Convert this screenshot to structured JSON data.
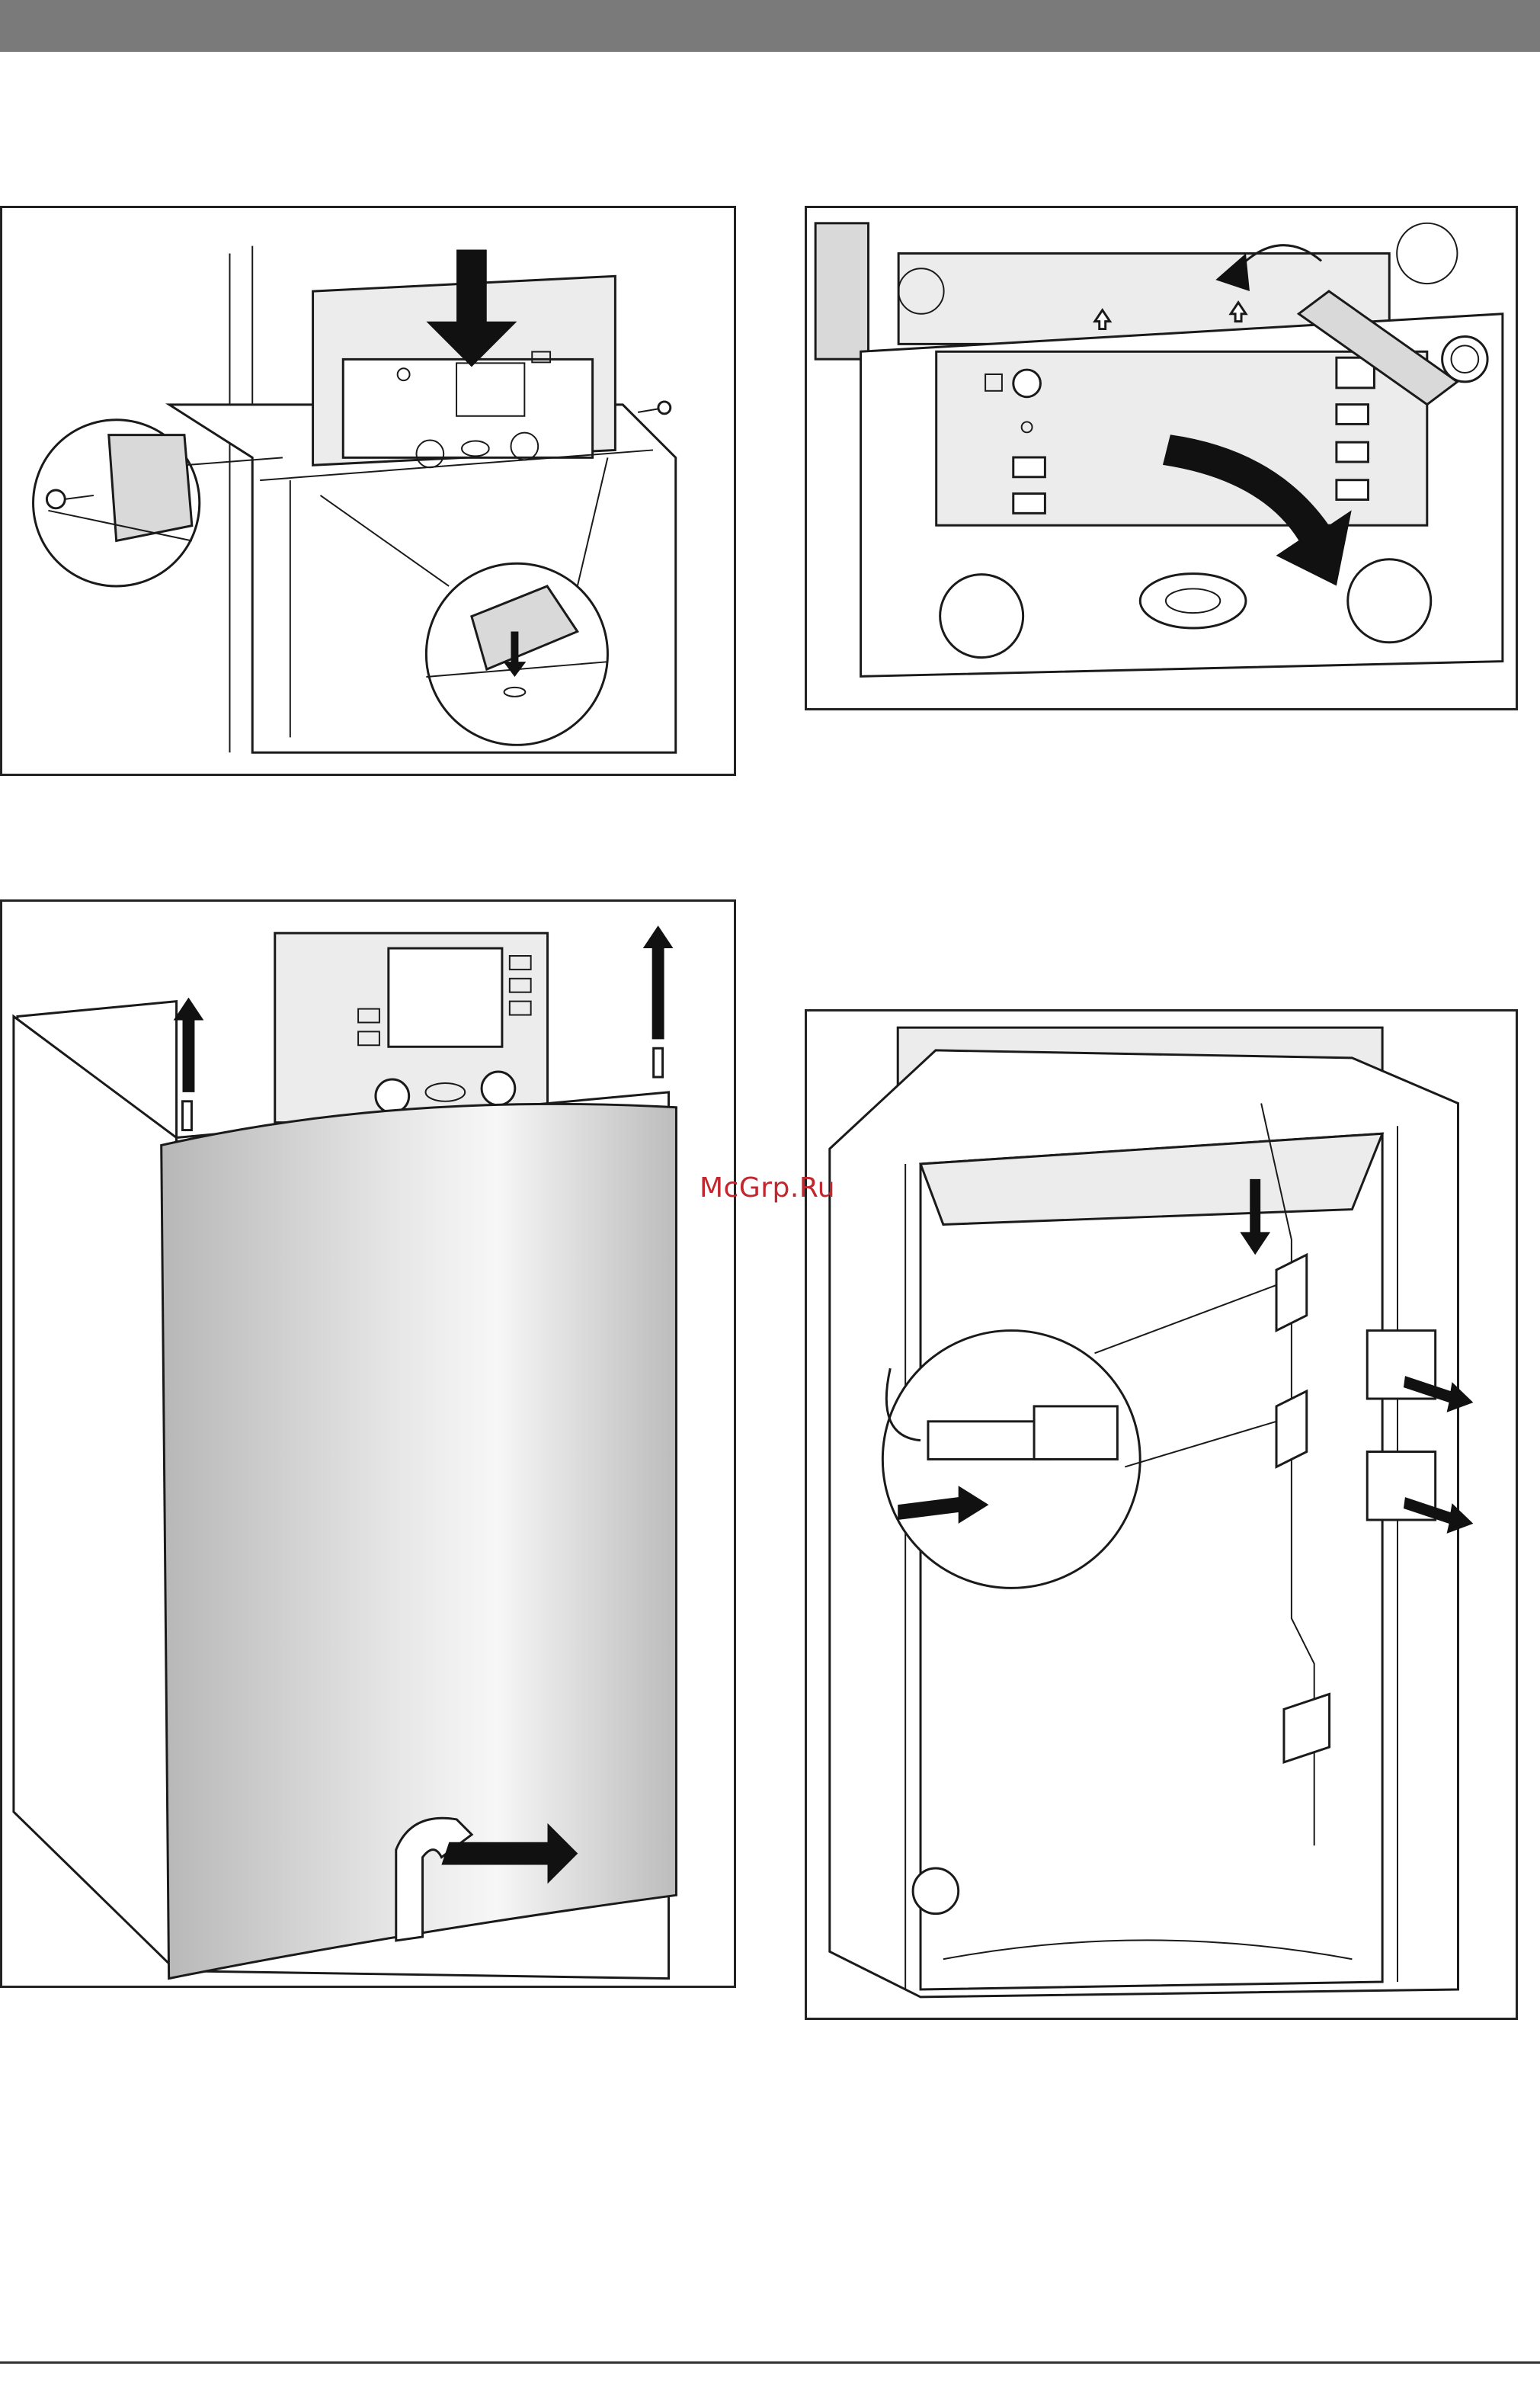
{
  "watermark": {
    "text": "McGrp.Ru",
    "color": "#c2272d"
  },
  "colors": {
    "header_bar": "#7a7a7a",
    "frame": "#222222"
  },
  "figures": [
    {
      "id": "fig1",
      "name": "screw-removal-illustration"
    },
    {
      "id": "fig2",
      "name": "control-panel-tilt-illustration"
    },
    {
      "id": "fig3",
      "name": "front-cover-removal-illustration"
    },
    {
      "id": "fig4",
      "name": "connector-cover-removal-illustration"
    }
  ]
}
